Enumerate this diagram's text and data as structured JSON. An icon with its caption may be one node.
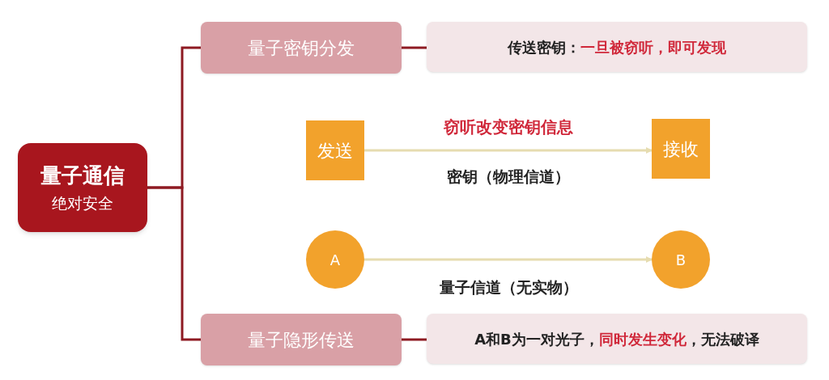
{
  "diagram": {
    "nodes": [
      {
        "text": [
          "量子通信",
          "绝对安全"
        ]
      },
      {
        "text": [
          "量子密钥分发"
        ]
      },
      {
        "text": [
          "传送密钥：**一旦被窃听，即可发现**"
        ]
      },
      {
        "text": [
          "发送"
        ]
      },
      {
        "text": [
          "接收"
        ]
      },
      {
        "text": [
          "A"
        ]
      },
      {
        "text": [
          "B"
        ]
      },
      {
        "text": [
          "量子隐形传送"
        ]
      },
      {
        "text": [
          "A和B为一对光子，**同时发生变化**，无法破译"
        ]
      }
    ],
    "edges": [
      {
        "from": 0,
        "to": 1,
        "arrow": "none"
      },
      {
        "from": 0,
        "to": 7,
        "arrow": "none"
      },
      {
        "from": 1,
        "to": 2,
        "arrow": "none"
      },
      {
        "from": 7,
        "to": 8,
        "arrow": "none"
      },
      {
        "from": 3,
        "to": 4,
        "arrow": "to",
        "label": "窃听改变密钥信息",
        "color": "#e6dcb0"
      },
      {
        "from": 5,
        "to": 6,
        "arrow": "to",
        "color": "#e6dcb0"
      }
    ],
    "labels": [
      "密钥（物理信道）",
      "量子信道（无实物）"
    ]
  }
}
